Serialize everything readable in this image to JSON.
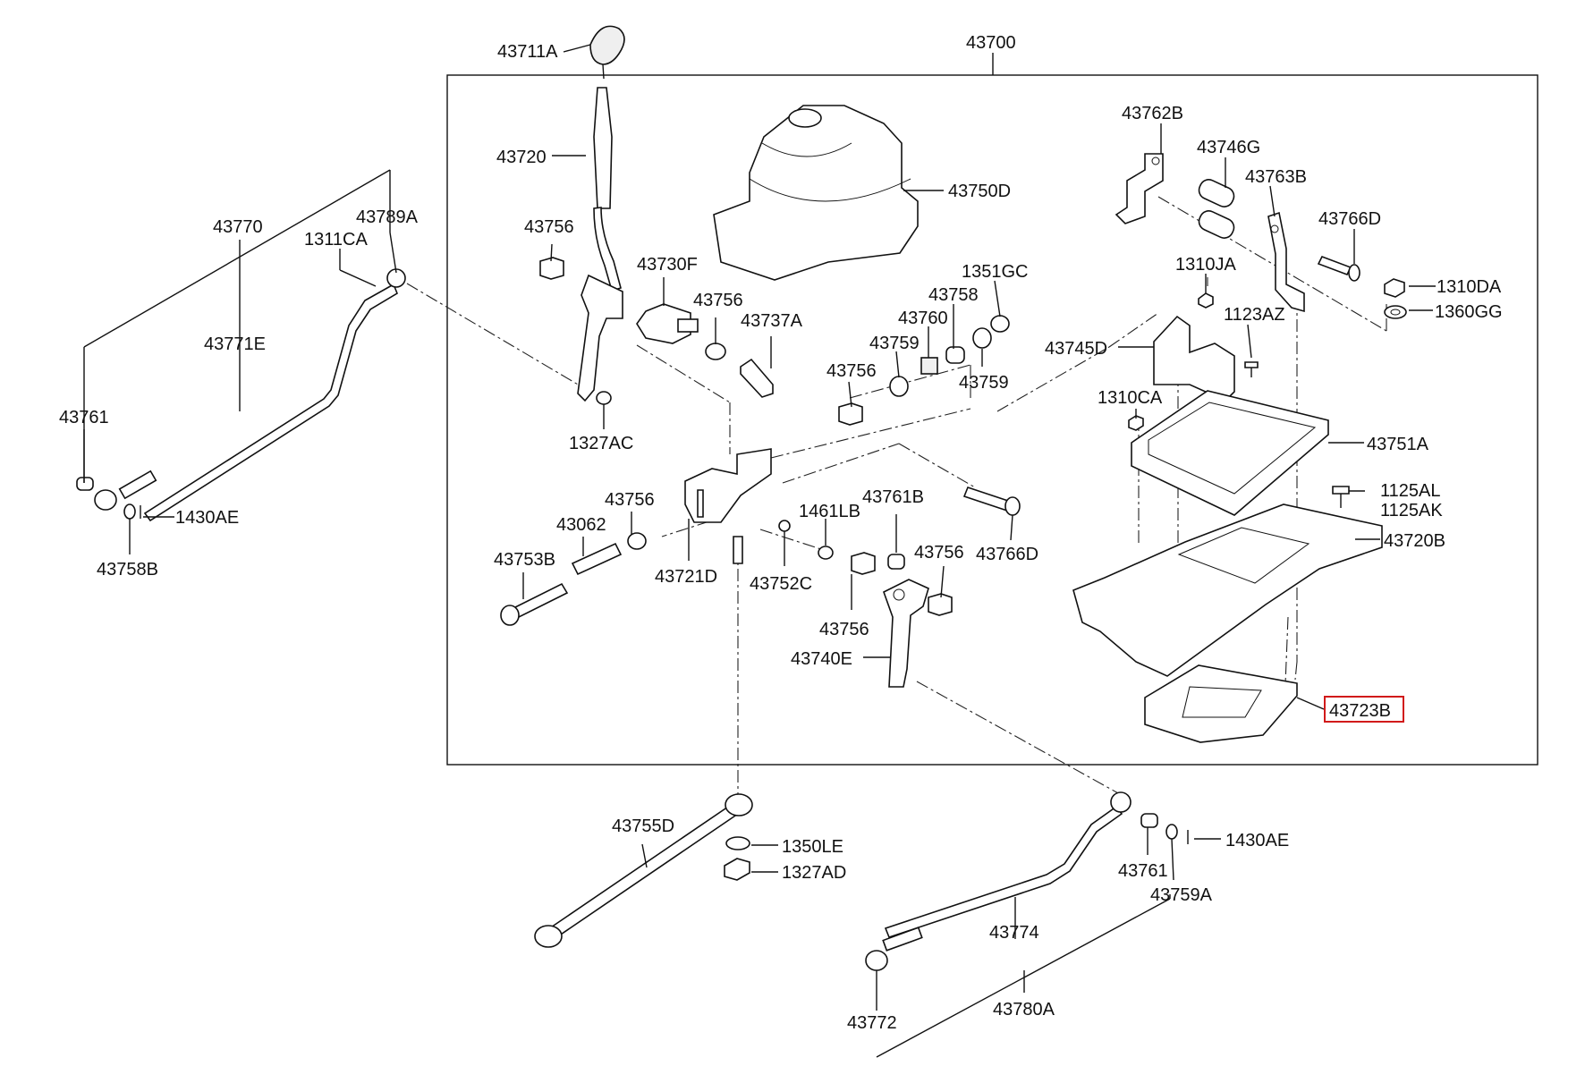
{
  "diagram": {
    "labels": [
      {
        "id": "43711A",
        "text": "43711A"
      },
      {
        "id": "43700",
        "text": "43700"
      },
      {
        "id": "43720",
        "text": "43720"
      },
      {
        "id": "43750D",
        "text": "43750D"
      },
      {
        "id": "43762B",
        "text": "43762B"
      },
      {
        "id": "43746G",
        "text": "43746G"
      },
      {
        "id": "43763B",
        "text": "43763B"
      },
      {
        "id": "43766D_top",
        "text": "43766D"
      },
      {
        "id": "43770",
        "text": "43770"
      },
      {
        "id": "1311CA",
        "text": "1311CA"
      },
      {
        "id": "43789A",
        "text": "43789A"
      },
      {
        "id": "43756_a",
        "text": "43756"
      },
      {
        "id": "43730F",
        "text": "43730F"
      },
      {
        "id": "43756_b",
        "text": "43756"
      },
      {
        "id": "43737A",
        "text": "43737A"
      },
      {
        "id": "1351GC",
        "text": "1351GC"
      },
      {
        "id": "43758",
        "text": "43758"
      },
      {
        "id": "43760",
        "text": "43760"
      },
      {
        "id": "43759_a",
        "text": "43759"
      },
      {
        "id": "43759_b",
        "text": "43759"
      },
      {
        "id": "1310JA",
        "text": "1310JA"
      },
      {
        "id": "1310DA",
        "text": "1310DA"
      },
      {
        "id": "1360GG",
        "text": "1360GG"
      },
      {
        "id": "1123AZ",
        "text": "1123AZ"
      },
      {
        "id": "43745D",
        "text": "43745D"
      },
      {
        "id": "43771E",
        "text": "43771E"
      },
      {
        "id": "43761_left",
        "text": "43761"
      },
      {
        "id": "1327AC",
        "text": "1327AC"
      },
      {
        "id": "43756_c",
        "text": "43756"
      },
      {
        "id": "1310CA",
        "text": "1310CA"
      },
      {
        "id": "43751A",
        "text": "43751A"
      },
      {
        "id": "1125AL",
        "text": "1125AL"
      },
      {
        "id": "1125AK",
        "text": "1125AK"
      },
      {
        "id": "43720B",
        "text": "43720B"
      },
      {
        "id": "1430AE_left",
        "text": "1430AE"
      },
      {
        "id": "43758B",
        "text": "43758B"
      },
      {
        "id": "43756_d",
        "text": "43756"
      },
      {
        "id": "1461LB",
        "text": "1461LB"
      },
      {
        "id": "43761B",
        "text": "43761B"
      },
      {
        "id": "43062",
        "text": "43062"
      },
      {
        "id": "43753B",
        "text": "43753B"
      },
      {
        "id": "43721D",
        "text": "43721D"
      },
      {
        "id": "43752C",
        "text": "43752C"
      },
      {
        "id": "43756_e",
        "text": "43756"
      },
      {
        "id": "43766D_mid",
        "text": "43766D"
      },
      {
        "id": "43756_f",
        "text": "43756"
      },
      {
        "id": "43740E",
        "text": "43740E"
      },
      {
        "id": "43723B",
        "text": "43723B"
      },
      {
        "id": "43755D",
        "text": "43755D"
      },
      {
        "id": "1350LE",
        "text": "1350LE"
      },
      {
        "id": "1327AD",
        "text": "1327AD"
      },
      {
        "id": "1430AE_right",
        "text": "1430AE"
      },
      {
        "id": "43761_right",
        "text": "43761"
      },
      {
        "id": "43759A",
        "text": "43759A"
      },
      {
        "id": "43774",
        "text": "43774"
      },
      {
        "id": "43772",
        "text": "43772"
      },
      {
        "id": "43780A",
        "text": "43780A"
      }
    ],
    "highlight": {
      "label_id": "43723B",
      "color": "#d11a1a"
    },
    "line_color": "#111111"
  }
}
